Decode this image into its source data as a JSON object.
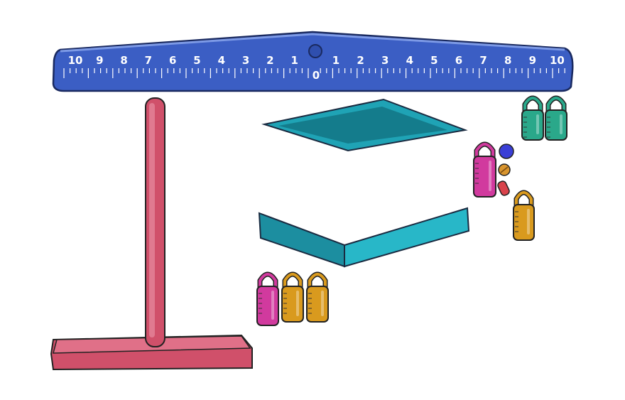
{
  "ruler": {
    "left_labels": [
      "10",
      "9",
      "8",
      "7",
      "6",
      "5",
      "4",
      "3",
      "2",
      "1"
    ],
    "center_label": "0",
    "right_labels": [
      "1",
      "2",
      "3",
      "4",
      "5",
      "6",
      "7",
      "8",
      "9",
      "10"
    ]
  },
  "colors": {
    "beam": "#3b5ec4",
    "beam_dark": "#1f3a8a",
    "stand": "#d0506a",
    "tray": "#1fa3b5",
    "teal_weight": "#2aa88a",
    "magenta_weight": "#d13a9e",
    "orange_weight": "#d99a1e",
    "marble": "#3a3fd6",
    "coin": "#d9952e",
    "cylinder": "#d9434b"
  },
  "weights": [
    {
      "color": "teal"
    },
    {
      "color": "teal"
    },
    {
      "color": "magenta"
    },
    {
      "color": "orange"
    },
    {
      "color": "magenta"
    },
    {
      "color": "orange"
    },
    {
      "color": "orange"
    }
  ],
  "small_objects": [
    "marble",
    "coin",
    "cylinder"
  ]
}
